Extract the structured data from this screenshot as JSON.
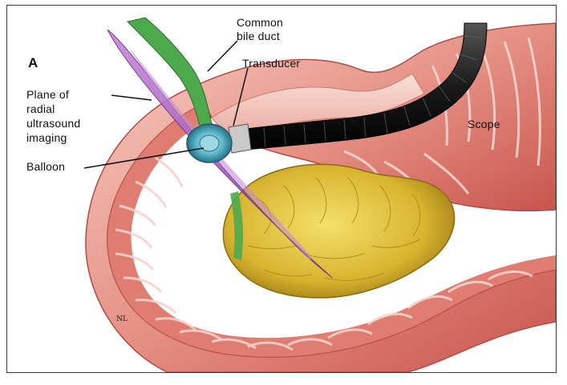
{
  "figure": {
    "panel_letter": "A",
    "signature": "NL"
  },
  "labels": {
    "common_bile_duct_line1": "Common",
    "common_bile_duct_line2": "bile duct",
    "transducer": "Transducer",
    "plane_line1": "Plane of",
    "plane_line2": "radial",
    "plane_line3": "ultrasound",
    "plane_line4": "imaging",
    "balloon": "Balloon",
    "scope": "Scope"
  },
  "colors": {
    "duodenum_wall": "#e9a095",
    "duodenum_dark": "#b8443f",
    "duodenum_light": "#f6d3cb",
    "pancreas": "#e2c43a",
    "scope": "#222222",
    "plane": "#a54fc0",
    "bile_duct": "#4caa4c",
    "balloon": "#3fa3b8"
  }
}
